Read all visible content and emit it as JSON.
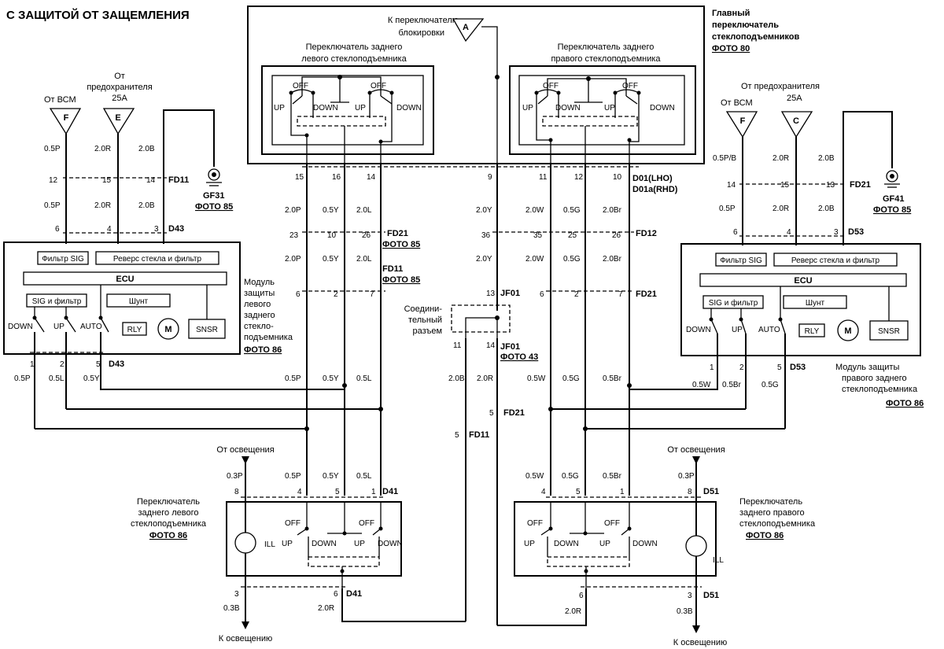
{
  "title": "С ЗАЩИТОЙ ОТ ЗАЩЕМЛЕНИЯ",
  "main_switch": {
    "label_1": "Главный",
    "label_2": "переключатель",
    "label_3": "стеклоподъемников",
    "photo": "ФОТО 80",
    "lock_1": "К переключателю",
    "lock_2": "блокировки",
    "lock_connector": "A",
    "left_1": "Переключатель заднего",
    "left_2": "левого стеклоподъемника",
    "right_1": "Переключатель заднего",
    "right_2": "правого стеклоподъемника",
    "connector_1": "D01(LHO)",
    "connector_2": "D01a(RHD)",
    "pins": [
      "15",
      "16",
      "14",
      "9",
      "11",
      "12",
      "10"
    ]
  },
  "switch_labels": {
    "off": "OFF",
    "up": "UP",
    "down": "DOWN",
    "auto": "AUTO",
    "ill": "ILL"
  },
  "left_supply": {
    "from_bcm": "От ВСМ",
    "from_fuse_1": "От",
    "from_fuse_2": "предохранителя",
    "from_fuse_3": "25A",
    "conn_f": "F",
    "conn_e": "E",
    "wires_top": [
      "0.5P",
      "2.0R",
      "2.0B"
    ],
    "pins_fd11": [
      "12",
      "15",
      "14"
    ],
    "fd11": "FD11",
    "wires_mid": [
      "0.5P",
      "2.0R",
      "2.0B"
    ],
    "pins_d43": [
      "6",
      "4",
      "3"
    ],
    "d43": "D43",
    "ground": "GF31",
    "ground_photo": "ФОТО 85"
  },
  "right_supply": {
    "from_bcm": "От ВСМ",
    "from_fuse_1": "От предохранителя",
    "from_fuse_2": "25A",
    "conn_f": "F",
    "conn_c": "C",
    "wires_top": [
      "0.5P/B",
      "2.0R",
      "2.0B"
    ],
    "pins_fd21": [
      "14",
      "15",
      "13"
    ],
    "fd21": "FD21",
    "wires_mid": [
      "0.5P",
      "2.0R",
      "2.0B"
    ],
    "pins_d53": [
      "6",
      "4",
      "3"
    ],
    "d53": "D53",
    "ground": "GF41",
    "ground_photo": "ФОТО 85"
  },
  "left_module": {
    "filter": "Фильтр SIG",
    "reverse": "Реверс стекла и фильтр",
    "ecu": "ECU",
    "sig_filter": "SIG и фильтр",
    "shunt": "Шунт",
    "rly": "RLY",
    "motor": "M",
    "snsr": "SNSR",
    "label": [
      "Модуль",
      "защиты",
      "левого",
      "заднего",
      "стекло-",
      "подъемника"
    ],
    "photo": "ФОТО 86",
    "pins": [
      "1",
      "2",
      "5"
    ],
    "connector": "D43",
    "wires": [
      "0.5P",
      "0.5L",
      "0.5Y"
    ]
  },
  "right_module": {
    "filter": "Фильтр SIG",
    "reverse": "Реверс стекла и фильтр",
    "ecu": "ECU",
    "sig_filter": "SIG и фильтр",
    "shunt": "Шунт",
    "rly": "RLY",
    "motor": "M",
    "snsr": "SNSR",
    "label": [
      "Модуль защиты",
      "правого заднего",
      "стеклоподъемника"
    ],
    "photo": "ФОТО 86",
    "pins": [
      "1",
      "2",
      "5"
    ],
    "connector": "D53",
    "wires": [
      "0.5W",
      "0.5Br",
      "0.5G"
    ]
  },
  "left_harness": {
    "wires_1": [
      "2.0P",
      "0.5Y",
      "2.0L"
    ],
    "pins_fd21": [
      "23",
      "10",
      "26"
    ],
    "fd21": "FD21",
    "photo_1": "ФОТО 85",
    "wires_2": [
      "2.0P",
      "0.5Y",
      "2.0L"
    ],
    "fd11": "FD11",
    "photo_2": "ФОТО 85",
    "pins_fd11": [
      "6",
      "2",
      "7"
    ],
    "wires_3": [
      "0.5P",
      "0.5Y",
      "0.5L"
    ]
  },
  "right_harness": {
    "wires_1": [
      "2.0Y",
      "2.0W",
      "0.5G",
      "2.0Br"
    ],
    "pins_fd12": [
      "36",
      "35",
      "25",
      "26"
    ],
    "fd12": "FD12",
    "wires_2": [
      "2.0Y",
      "2.0W",
      "0.5G",
      "2.0Br"
    ],
    "pins_fd21": [
      "6",
      "2",
      "7"
    ],
    "fd21": "FD21",
    "jf01_pin_top": "13",
    "wires_3": [
      "0.5W",
      "0.5G",
      "0.5Br"
    ]
  },
  "joint": {
    "label": [
      "Соедини-",
      "тельный",
      "разъем"
    ],
    "connector": "JF01",
    "pins": [
      "11",
      "14"
    ],
    "photo": "ФОТО 43",
    "wires": [
      "2.0B",
      "2.0R"
    ],
    "fd21_pin": "5",
    "fd21": "FD21",
    "fd11_pin": "5",
    "fd11": "FD11"
  },
  "left_rear_switch": {
    "from_light": "От освещения",
    "to_light": "К освещению",
    "label": [
      "Переключатель",
      "заднего левого",
      "стеклоподъемника"
    ],
    "photo": "ФОТО 86",
    "wires_in": [
      "0.3P",
      "0.5P",
      "0.5Y",
      "0.5L"
    ],
    "pins_top": [
      "8",
      "4",
      "5",
      "1"
    ],
    "connector": "D41",
    "pins_bottom": [
      "3",
      "6"
    ],
    "wires_out": [
      "0.3B",
      "2.0R"
    ]
  },
  "right_rear_switch": {
    "from_light": "От освещения",
    "to_light": "К освещению",
    "label": [
      "Переключатель",
      "заднего правого",
      "стеклоподъемника"
    ],
    "photo": "ФОТО 86",
    "wires_in": [
      "0.5W",
      "0.5G",
      "0.5Br",
      "0.3P"
    ],
    "pins_top": [
      "4",
      "5",
      "1",
      "8"
    ],
    "connector": "D51",
    "pins_bottom": [
      "6",
      "3"
    ],
    "wires_out": [
      "2.0R",
      "0.3B"
    ]
  }
}
